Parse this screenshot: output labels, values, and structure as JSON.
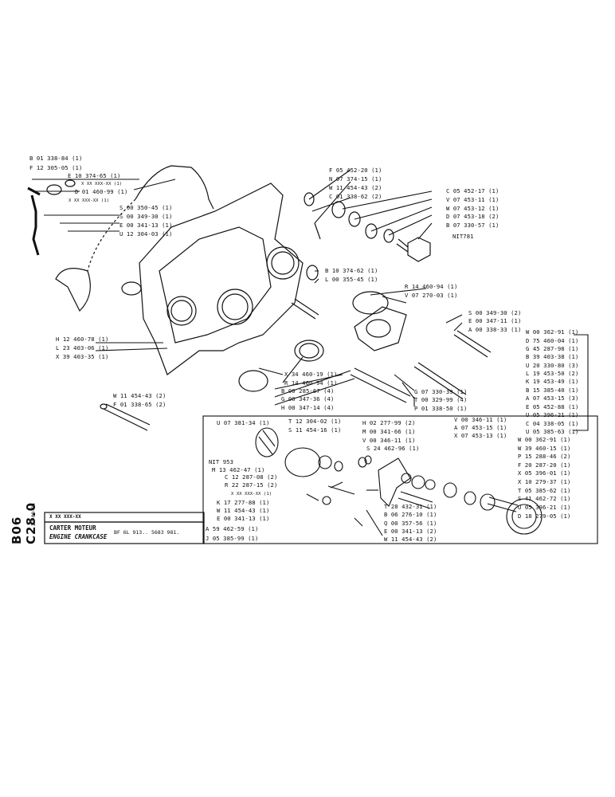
{
  "sheet": {
    "code": "B06 C28.0",
    "date": "27-09-84",
    "ref_mark": "X XX XXX-XX",
    "title_fr": "CARTER MOTEUR",
    "title_en": "ENGINE CRANKCASE",
    "model": "BF 6L 913.. 5683 981."
  },
  "labels_upper_left": [
    "B 01 338-84 (1)",
    "F 12 305-05 (1)",
    "E 10 374-65 (1)",
    "X XX XXX-XX (1)",
    "D 01 460-99 (1)",
    "X XX XXX-XX (1)",
    "S 00 350-45 (1)",
    "S 00 349-30 (1)",
    "E 00 341-13 (1)",
    "U 12 304-03 (1)"
  ],
  "labels_upper_mid": [
    "F 05 452-20 (1)",
    "N 07 374-15 (1)",
    "W 11 454-43 (2)",
    "C 01 338-62 (2)"
  ],
  "labels_upper_right": [
    "C 05 452-17 (1)",
    "V 07 453-11 (1)",
    "W 07 453-12 (1)",
    "D 07 453-18 (2)",
    "B 07 330-57 (1)",
    "NIT781"
  ],
  "labels_mid": [
    "B 10 374-62 (1)",
    "L 00 355-45 (1)",
    "R 14 460-94 (1)",
    "V 07 270-03 (1)",
    "S 00 349-30 (2)",
    "E 00 347-11 (1)",
    "A 00 338-33 (1)"
  ],
  "labels_left_mid": [
    "H 12 460-78 (1)",
    "L 23 403-06 (1)",
    "X 39 403-35 (1)"
  ],
  "labels_lower_mid": [
    "X 34 460-19 (1)",
    "R 14 460-94 (1)",
    "B 00 285-67 (4)",
    "G 00 347-36 (4)",
    "H 00 347-14 (4)",
    "G 07 330-39 (1)",
    "T 00 329-99 (4)",
    "P 01 338-50 (1)"
  ],
  "labels_lower_left": [
    "W 11 454-43 (2)",
    "F 01 338-65 (2)"
  ],
  "labels_right_column": [
    "W 00 362-91 (1)",
    "D 75 460-04 (1)",
    "G 45 287-98 (1)",
    "B 39 403-38 (1)",
    "U 20 330-80 (3)",
    "L 19 453-50 (2)",
    "K 19 453-49 (1)",
    "B 15 385-40 (1)",
    "A 07 453-15 (3)",
    "E 05 452-88 (1)",
    "U 05 396-21 (1)",
    "C 04 338-05 (1)",
    "U 05 385-63 (1)"
  ],
  "labels_box_left": [
    "U 07 381-34 (1)",
    "T 12 304-02 (1)",
    "S 11 454-16 (1)",
    "NIT 953",
    "M 13 462-47 (1)",
    "C 12 287-08 (2)",
    "R 22 287-15 (2)",
    "X XX XXX-XX (1)",
    "K 17 277-88 (1)",
    "W 11 454-43 (1)",
    "E 00 341-13 (1)",
    "A 59 462-59 (1)",
    "J 05 385-99 (1)"
  ],
  "labels_box_mid": [
    "H 02 277-99 (2)",
    "M 00 341-66 (1)",
    "V 00 346-11 (1)",
    "S 24 462-96 (1)",
    "T 28 432-31 (1)",
    "B 06 276-10 (1)",
    "Q 00 357-56 (1)",
    "E 00 341-13 (2)",
    "W 11 454-43 (2)"
  ],
  "labels_box_right": [
    "V 00 346-11 (1)",
    "A 07 453-15 (1)",
    "X 07 453-13 (1)",
    "W 00 362-91 (1)",
    "W 39 460-15 (1)",
    "P 15 288-46 (2)",
    "F 20 287-20 (1)",
    "X 05 396-01 (1)",
    "X 10 279-37 (1)",
    "T 05 385-62 (1)",
    "S 41 462-72 (1)",
    "U 05 396-21 (1)",
    "D 18 279-05 (1)"
  ],
  "style": {
    "ink": "#111111",
    "paper": "#ffffff"
  }
}
